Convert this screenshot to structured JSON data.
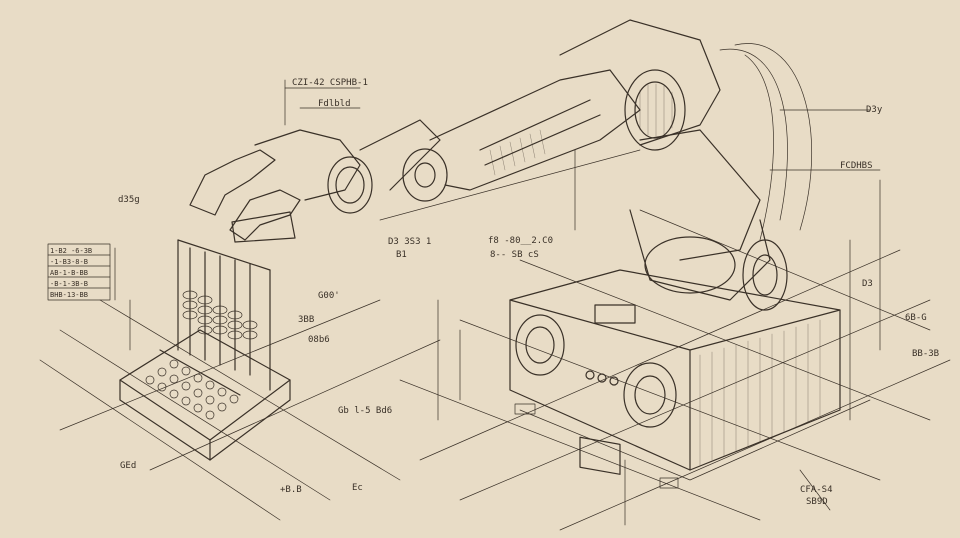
{
  "palette": {
    "paper": "#e8dcc6",
    "ink": "#3a3128"
  },
  "annotations": {
    "top_label": "CZI-42 CSPHB-1",
    "arm_note": "Fdlbld",
    "right_top": "D3y",
    "right_mid": "FCDHBS",
    "left_hand": "d35g",
    "arm_mid": "D3 3S3 1",
    "arm_mid2": "B1",
    "center_a": "f8 -80__2.C0",
    "center_b": "8-- SB cS",
    "abacus_top": "G00'",
    "right_body": "D3",
    "right_side": "6B-G",
    "right_lower": "BB-3B",
    "base_note": "Gb l-5 Bd6",
    "bottom_right": "CFA-S4",
    "bottom_right2": "SB9D",
    "abacus_dim": "3BB",
    "abacus_dim2": "08b6",
    "left_low": "GEd",
    "left_low2": "+B.B",
    "left_low3": "Ec",
    "left_table": [
      "1-B2 -6-3B",
      "-1-B3-8-B",
      "AB-1-B-BB",
      "-B-1-3B-B",
      "BHB-13-BB"
    ]
  }
}
